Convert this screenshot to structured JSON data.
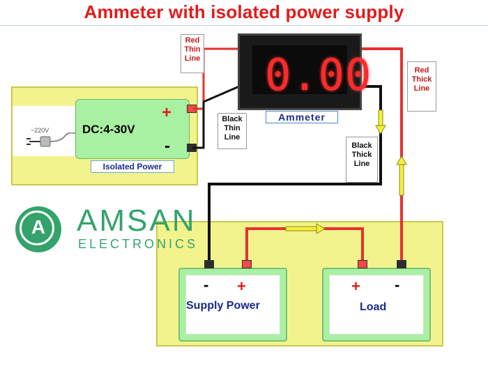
{
  "title": "Ammeter with isolated power supply",
  "psu": {
    "label": "DC:4-30V",
    "plus": "+",
    "minus": "-",
    "ac_input": "~220V",
    "caption": "Isolated Power"
  },
  "meter": {
    "reading": "0.00",
    "caption": "Ammeter"
  },
  "wire_labels": {
    "red_thin": [
      "Red",
      "Thin",
      "Line"
    ],
    "black_thin": [
      "Black",
      "Thin",
      "Line"
    ],
    "red_thick": [
      "Red",
      "Thick",
      "Line"
    ],
    "black_thick": [
      "Black",
      "Thick",
      "Line"
    ]
  },
  "supply": {
    "minus": "-",
    "plus": "+",
    "label": "Supply Power"
  },
  "load": {
    "plus": "+",
    "minus": "-",
    "label": "Load"
  },
  "brand": {
    "mark": "A",
    "name": "AMSAN",
    "sub": "ELECTRONICS"
  },
  "colors": {
    "title": "#e11b1b",
    "panel_yellow": "#f3f38e",
    "module_green": "#a8f0a2",
    "wire_red": "#e8302f",
    "wire_black": "#111111",
    "arrow_yellow": "#f5ef3a",
    "brand_green": "#34a36b"
  }
}
